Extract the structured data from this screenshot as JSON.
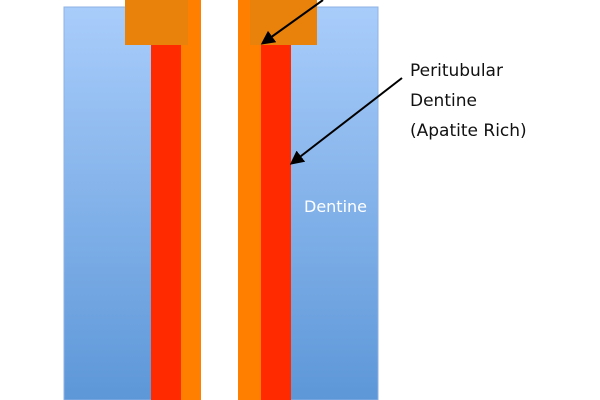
{
  "diagram": {
    "labels": {
      "peritubular": [
        "Peritubular",
        "Dentine",
        "(Apatite Rich)"
      ],
      "dentine": "Dentine"
    },
    "colors": {
      "dentine_top": "#a9cdfb",
      "dentine_bottom": "#5d97d8",
      "dentine_border": "#8db2e6",
      "peritubular": "#ff2a00",
      "collar": "#ff8000",
      "cap": "#e8820a",
      "arrow": "#000000"
    }
  }
}
